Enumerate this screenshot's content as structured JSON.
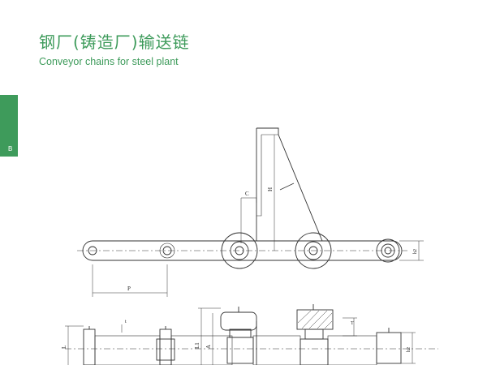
{
  "header": {
    "title_zh": "钢厂(铸造厂)输送链",
    "title_en": "Conveyor chains for steel plant"
  },
  "side_tab": {
    "letter": "B"
  },
  "colors": {
    "accent": "#3e9b5b",
    "line": "#333333"
  },
  "drawing": {
    "dims": {
      "C": "C",
      "H": "H",
      "P": "P",
      "h2_upper": "h2",
      "t": "t",
      "T": "T",
      "L": "L",
      "L1": "L1",
      "A": "A",
      "h2_lower": "h2"
    }
  }
}
